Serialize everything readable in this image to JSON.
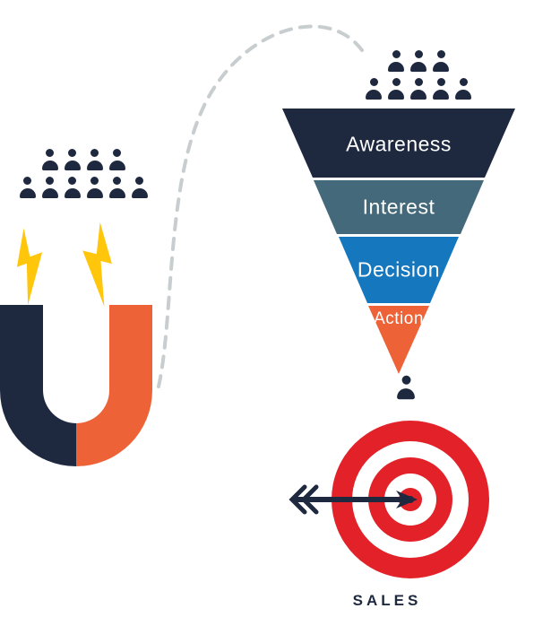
{
  "colors": {
    "navy": "#1e2940",
    "slate": "#43697a",
    "blue": "#1577bd",
    "orange": "#ed6337",
    "red": "#e22128",
    "yellow": "#ffc60b",
    "dash": "#c8cdd0",
    "background": "#ffffff",
    "label_text": "#ffffff"
  },
  "funnel": {
    "levels": [
      {
        "label": "Awareness",
        "color": "#1e2940"
      },
      {
        "label": "Interest",
        "color": "#43697a"
      },
      {
        "label": "Decision",
        "color": "#1577bd"
      },
      {
        "label": "Action",
        "color": "#ed6337"
      }
    ]
  },
  "target": {
    "label": "SALES"
  },
  "groups": {
    "attracted_audience_rows": [
      4,
      6
    ],
    "funnel_entry_audience_rows": [
      3,
      5
    ],
    "converted_customers": 1
  },
  "icons": {
    "person": "person-icon",
    "magnet": "magnet-icon",
    "lightning": "lightning-bolt-icon",
    "flow": "dashed-flow-curve",
    "bullseye": "bullseye-target-icon",
    "arrow": "arrow-icon"
  }
}
